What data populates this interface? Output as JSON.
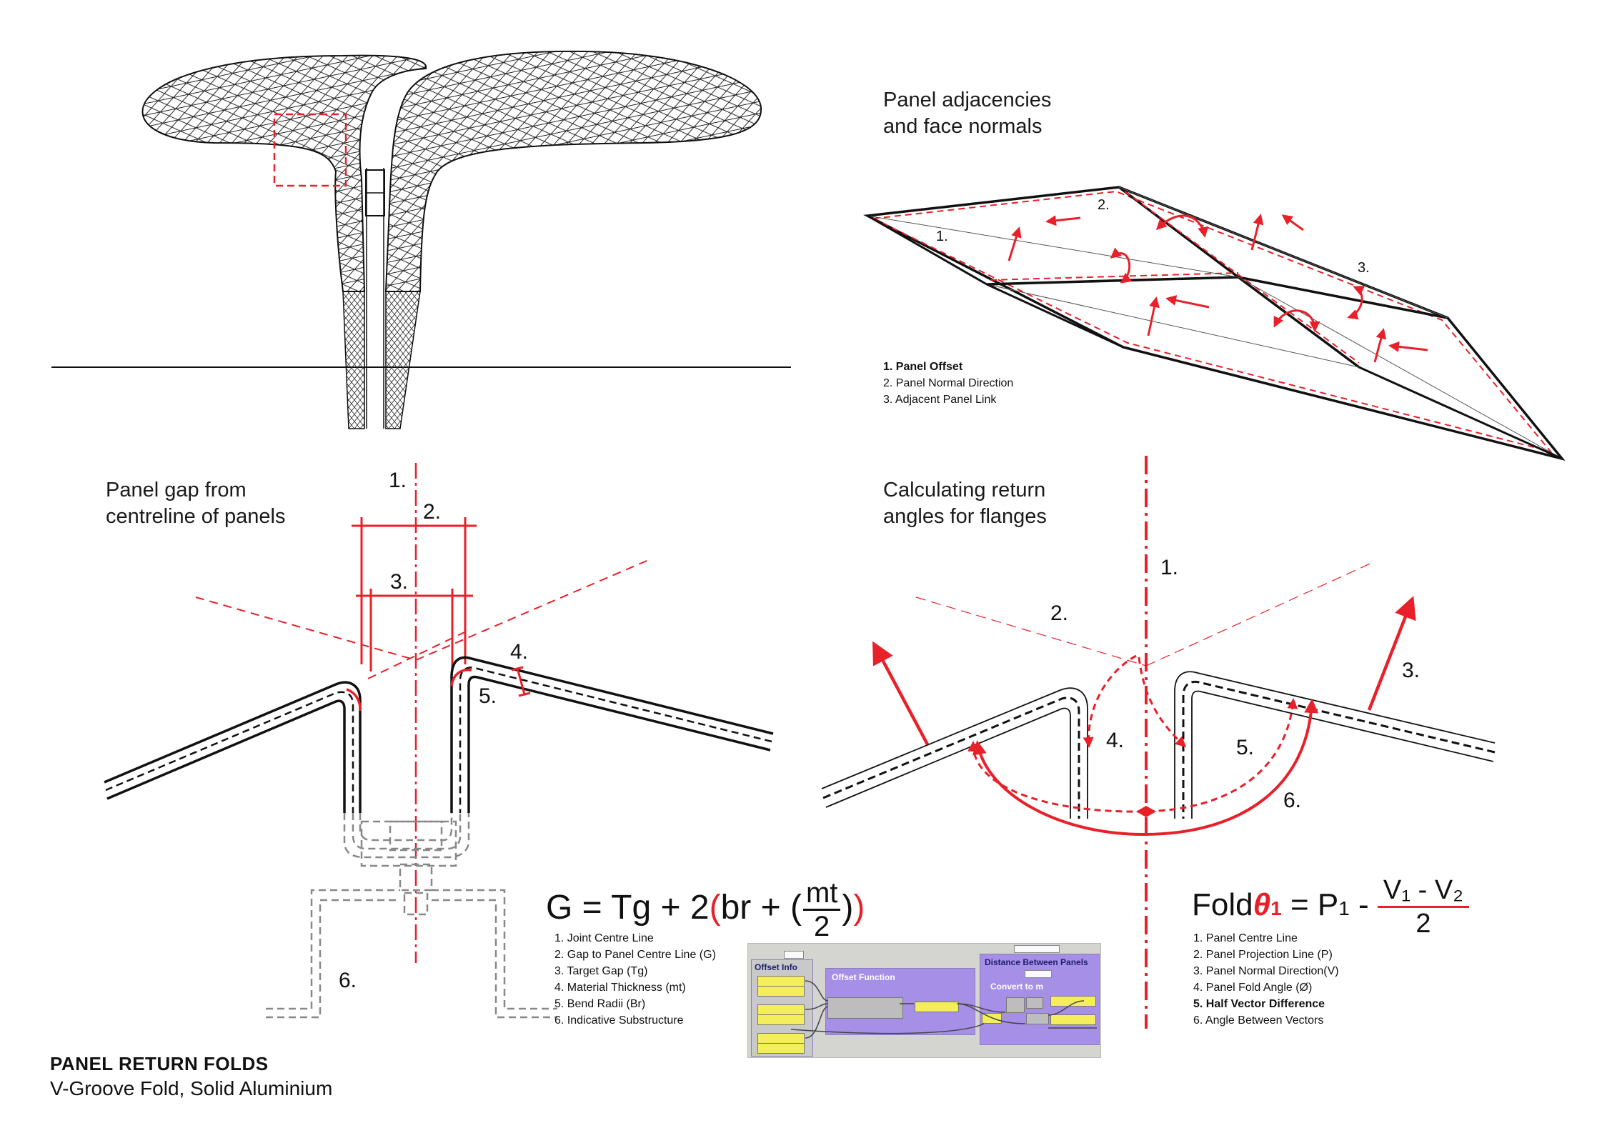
{
  "top_right": {
    "heading_line1": "Panel adjacencies",
    "heading_line2": "and face normals",
    "labels": [
      "1.",
      "2.",
      "3."
    ],
    "legend": [
      "1. Panel Offset",
      "2. Panel Normal Direction",
      "3. Adjacent Panel Link"
    ]
  },
  "bottom_left": {
    "heading_line1": "Panel gap from",
    "heading_line2": "centreline of panels",
    "labels": [
      "1.",
      "2.",
      "3.",
      "4.",
      "5.",
      "6."
    ],
    "formula": {
      "lhs": "G = Tg + 2",
      "open": "(",
      "mid": "br + (",
      "numerator": "mt",
      "denominator": "2",
      "inner_close": ")",
      "close": ")"
    },
    "legend": [
      "1. Joint Centre Line",
      "2. Gap to Panel Centre Line (G)",
      "3.  Target Gap (Tg)",
      "4. Material Thickness (mt)",
      "5. Bend Radii (Br)",
      "6. Indicative Substructure"
    ]
  },
  "bottom_right": {
    "heading_line1": "Calculating return",
    "heading_line2": "angles for flanges",
    "labels": [
      "1.",
      "2.",
      "3.",
      "4.",
      "5.",
      "6."
    ],
    "formula": {
      "prefix": "Fold",
      "theta": "θ",
      "theta_sub": "1",
      "equals": " = P",
      "p_sub": "1",
      "minus": " - ",
      "numerator": "V₁ - V₂",
      "denominator": "2"
    },
    "legend": [
      "1. Panel Centre Line",
      "2. Panel Projection Line (P)",
      "3. Panel Normal Direction(V)",
      "4. Panel Fold Angle (Ø)",
      "5. Half Vector Difference",
      "6. Angle Between Vectors"
    ]
  },
  "grasshopper": {
    "offset_info": "Offset Info",
    "offset_function": "Offset Function",
    "distance_between_panels": "Distance Between Panels",
    "convert_to_m": "Convert to m"
  },
  "footer": {
    "title": "PANEL RETURN FOLDS",
    "subtitle": "V-Groove Fold, Solid Aluminium"
  },
  "colors": {
    "accent": "#e8202a",
    "ink": "#111111",
    "node": "#f4ee5c",
    "group": "#a68fe6"
  }
}
